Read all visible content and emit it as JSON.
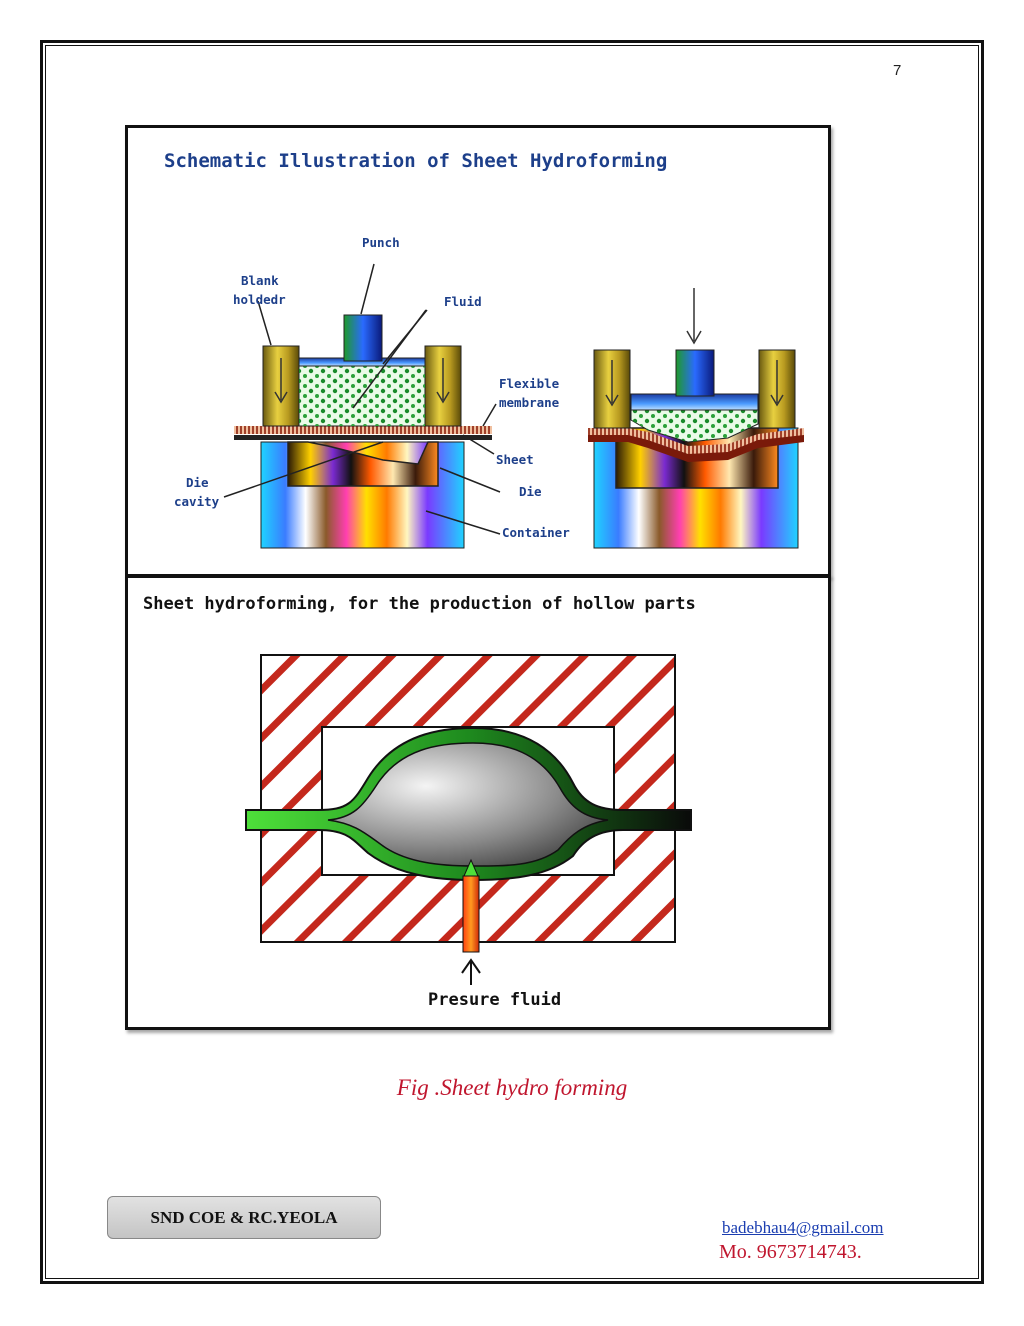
{
  "page": {
    "number": "7"
  },
  "figure_top": {
    "title": "Schematic Illustration of Sheet Hydroforming",
    "labels": {
      "punch": "Punch",
      "blank_holder_1": "Blank",
      "blank_holder_2": "holdedr",
      "fluid": "Fluid",
      "flexible_1": "Flexible",
      "flexible_2": "membrane",
      "sheet": "Sheet",
      "die_cavity_1": "Die",
      "die_cavity_2": "cavity",
      "die": "Die",
      "container": "Container"
    }
  },
  "figure_bottom": {
    "title": "Sheet hydroforming, for the production of hollow parts",
    "label_pressure": "Presure fluid"
  },
  "caption": "Fig .Sheet hydro forming",
  "footer": {
    "college": "SND COE & RC.YEOLA",
    "email": "badebhau4@gmail.com",
    "mobile": "Mo. 9673714743."
  }
}
